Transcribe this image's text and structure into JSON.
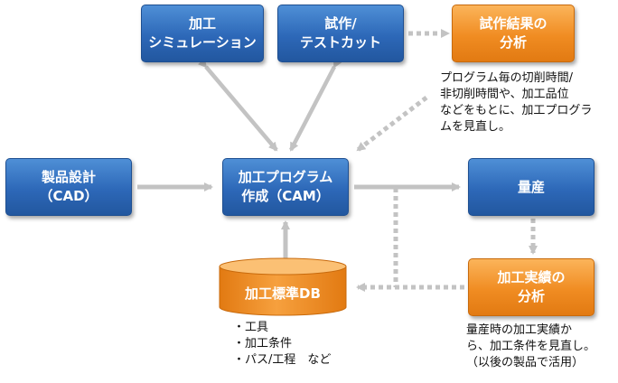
{
  "nodes": {
    "simulation": "加工\nシミュレーション",
    "trial": "試作/\nテストカット",
    "trial_results": "試作結果の\n分析",
    "design": "製品設計\n（CAD）",
    "program": "加工プログラム\n作成（CAM）",
    "production": "量産",
    "performance": "加工実績の\n分析",
    "database": "加工標準DB"
  },
  "notes": {
    "trial_feedback": "プログラム毎の切削時間/\n非切削時間や、加工品位\nなどをもとに、加工プログラ\nムを見直し。",
    "production_feedback": "量産時の加工実績か\nら、加工条件を見直し。\n（以後の製品で活用）"
  },
  "database_items": [
    "・工具",
    "・加工条件",
    "・パス/工程　など"
  ],
  "colors": {
    "blue": "#2d68b8",
    "orange": "#f08c22",
    "arrow": "#c3c3c3",
    "dashed_arrow": "#c3c3c3"
  }
}
